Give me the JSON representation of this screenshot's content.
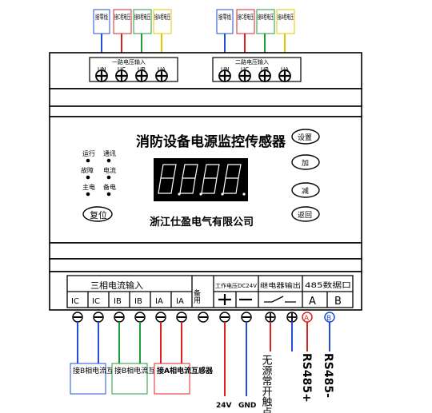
{
  "device": {
    "title": "消防设备电源监控传感器",
    "company": "浙江仕盈电气有限公司",
    "display_digits": [
      "8",
      "8",
      "8",
      "8"
    ]
  },
  "top_labels_left": [
    "接零线",
    "接C相电压",
    "接B相电压",
    "接A相电压"
  ],
  "top_labels_right": [
    "接零线",
    "接C相电压",
    "接B相电压",
    "接A相电压"
  ],
  "top_group_left": {
    "title": "一路电压输入",
    "terminals": [
      "UN",
      "UC",
      "UB",
      "UA"
    ]
  },
  "top_group_right": {
    "title": "二路电压输入",
    "terminals": [
      "UN",
      "UC",
      "UB",
      "UA"
    ]
  },
  "indicators": [
    {
      "label": "运行"
    },
    {
      "label": "通讯"
    },
    {
      "label": "故障"
    },
    {
      "label": "电流"
    },
    {
      "label": "主电"
    },
    {
      "label": "备电"
    }
  ],
  "buttons": {
    "reset": "复位",
    "set": "设置",
    "plus": "加",
    "minus": "减",
    "back": "返回"
  },
  "bottom_header": {
    "current_input": "三相电流输入",
    "spare": "备用",
    "power": "工作电压DC24V",
    "relay": "继电器输出",
    "rs485": "485数据口"
  },
  "bottom_terminals": [
    "IC",
    "IC",
    "IB",
    "IB",
    "IA",
    "IA"
  ],
  "rs485_terminals": [
    "A",
    "B"
  ],
  "bottom_labels": {
    "c_phase": "接B相电流互感器",
    "b_phase": "接B相电流互感器",
    "a_phase": "接A相电流互感器",
    "v24": "24V",
    "gnd": "GND",
    "relay_note": "无源常开触点",
    "rs485p": "RS485+",
    "rs485m": "RS485-"
  },
  "colors": {
    "blue": "#1f4fd8",
    "red": "#e02020",
    "green": "#1c9c3a",
    "yellow": "#e8c400"
  }
}
